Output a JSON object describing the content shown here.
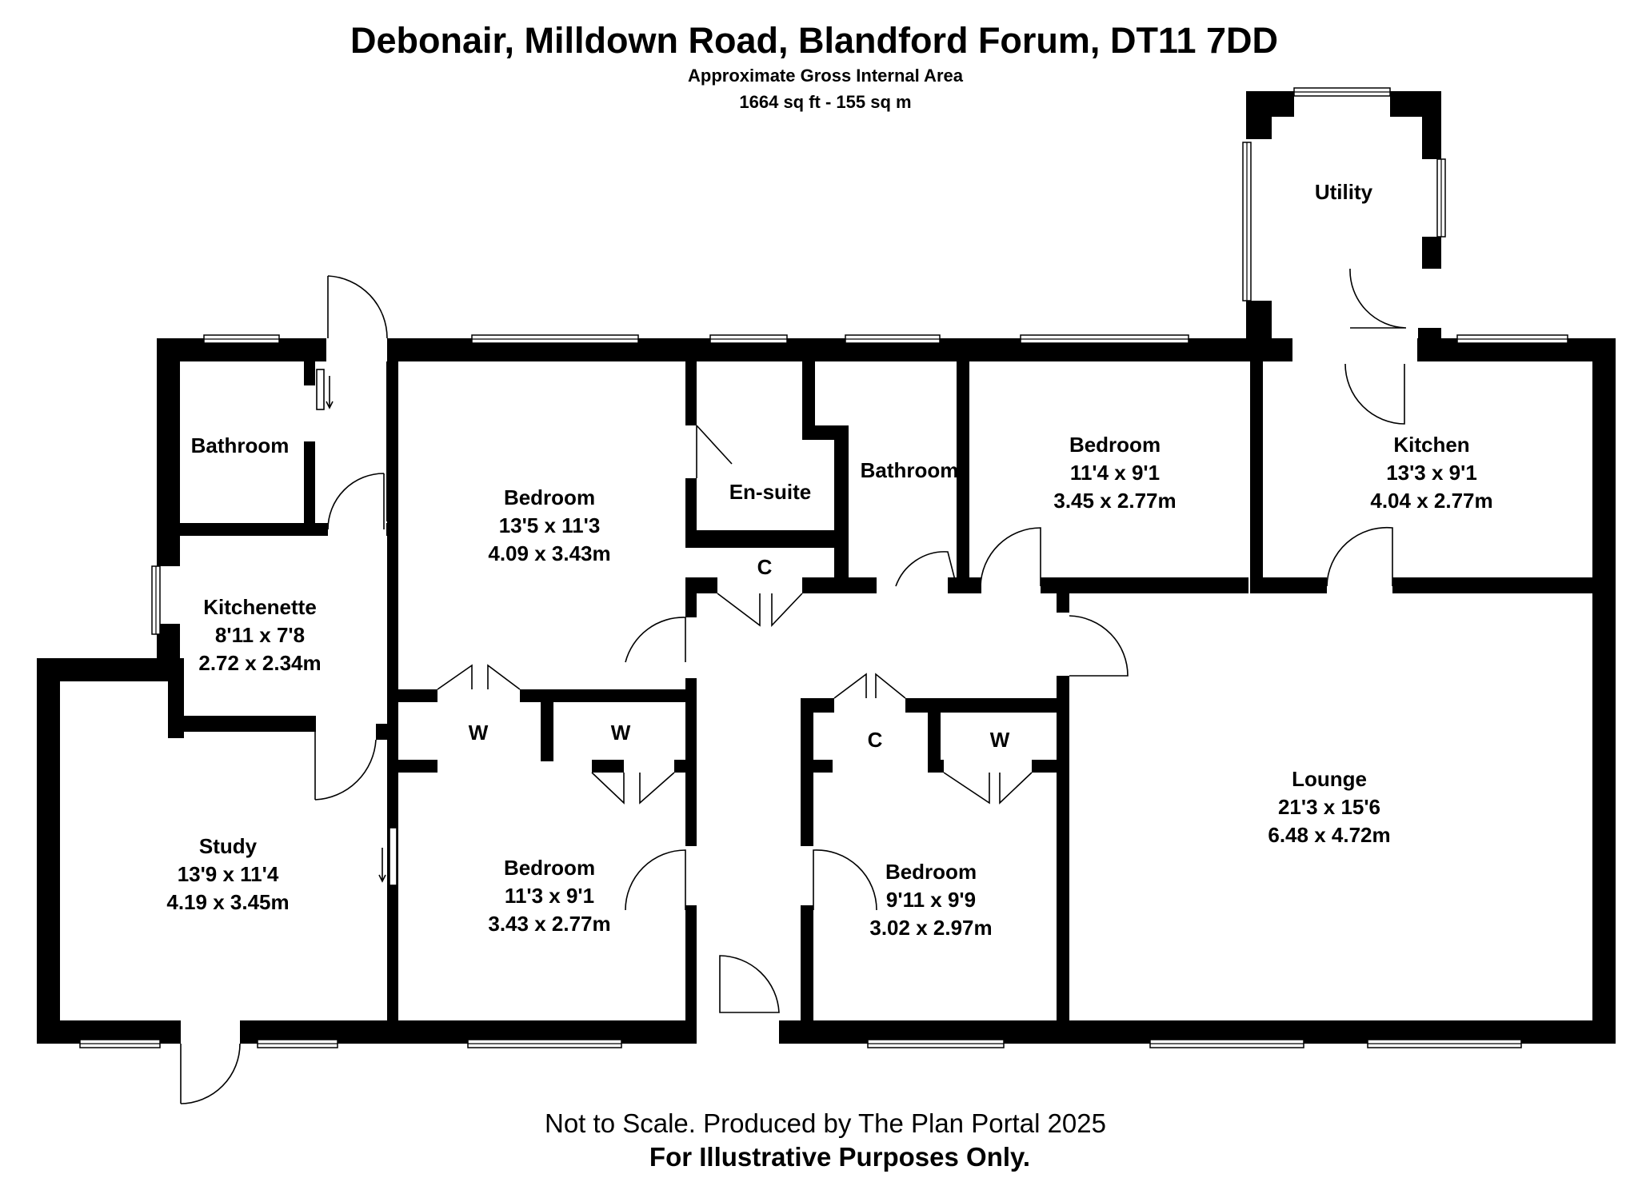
{
  "header": {
    "title": "Debonair, Milldown Road, Blandford Forum, DT11 7DD",
    "area_label": "Approximate Gross Internal Area",
    "area_value": "1664 sq ft - 155 sq m"
  },
  "rooms": {
    "utility": {
      "name": "Utility"
    },
    "bathroom_left": {
      "name": "Bathroom"
    },
    "kitchenette": {
      "name": "Kitchenette",
      "imperial": "8'11 x 7'8",
      "metric": "2.72 x 2.34m"
    },
    "study": {
      "name": "Study",
      "imperial": "13'9 x 11'4",
      "metric": "4.19 x 3.45m"
    },
    "bedroom_main": {
      "name": "Bedroom",
      "imperial": "13'5 x 11'3",
      "metric": "4.09 x 3.43m"
    },
    "ensuite": {
      "name": "En-suite"
    },
    "bathroom_mid": {
      "name": "Bathroom"
    },
    "bedroom_top_right": {
      "name": "Bedroom",
      "imperial": "11'4 x 9'1",
      "metric": "3.45 x 2.77m"
    },
    "kitchen": {
      "name": "Kitchen",
      "imperial": "13'3 x 9'1",
      "metric": "4.04 x 2.77m"
    },
    "lounge": {
      "name": "Lounge",
      "imperial": "21'3 x 15'6",
      "metric": "6.48 x 4.72m"
    },
    "bedroom_lower_left": {
      "name": "Bedroom",
      "imperial": "11'3 x 9'1",
      "metric": "3.43 x 2.77m"
    },
    "bedroom_lower_right": {
      "name": "Bedroom",
      "imperial": "9'11 x 9'9",
      "metric": "3.02 x 2.97m"
    }
  },
  "cupboards": {
    "c_top": "C",
    "c_lower": "C",
    "w_left": "W",
    "w_mid": "W",
    "w_right": "W"
  },
  "footer": {
    "line1": "Not to Scale. Produced by The Plan Portal 2025",
    "line2": "For Illustrative Purposes Only."
  }
}
